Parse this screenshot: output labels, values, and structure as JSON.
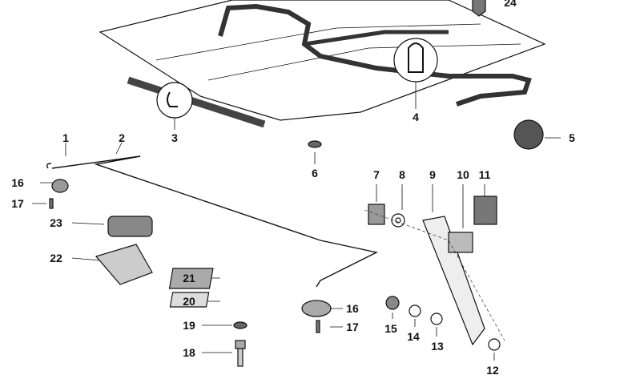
{
  "diagram": {
    "callouts": [
      {
        "id": "c24",
        "text": "24"
      },
      {
        "id": "c1",
        "text": "1"
      },
      {
        "id": "c2",
        "text": "2"
      },
      {
        "id": "c3",
        "text": "3"
      },
      {
        "id": "c4",
        "text": "4"
      },
      {
        "id": "c5",
        "text": "5"
      },
      {
        "id": "c6",
        "text": "6"
      },
      {
        "id": "c7",
        "text": "7"
      },
      {
        "id": "c8",
        "text": "8"
      },
      {
        "id": "c9",
        "text": "9"
      },
      {
        "id": "c10",
        "text": "10"
      },
      {
        "id": "c11",
        "text": "11"
      },
      {
        "id": "c16a",
        "text": "16"
      },
      {
        "id": "c17a",
        "text": "17"
      },
      {
        "id": "c23",
        "text": "23"
      },
      {
        "id": "c22",
        "text": "22"
      },
      {
        "id": "c21",
        "text": "21"
      },
      {
        "id": "c20",
        "text": "20"
      },
      {
        "id": "c19",
        "text": "19"
      },
      {
        "id": "c18",
        "text": "18"
      },
      {
        "id": "c16b",
        "text": "16"
      },
      {
        "id": "c17b",
        "text": "17"
      },
      {
        "id": "c15",
        "text": "15"
      },
      {
        "id": "c14",
        "text": "14"
      },
      {
        "id": "c13",
        "text": "13"
      },
      {
        "id": "c12",
        "text": "12"
      }
    ]
  }
}
